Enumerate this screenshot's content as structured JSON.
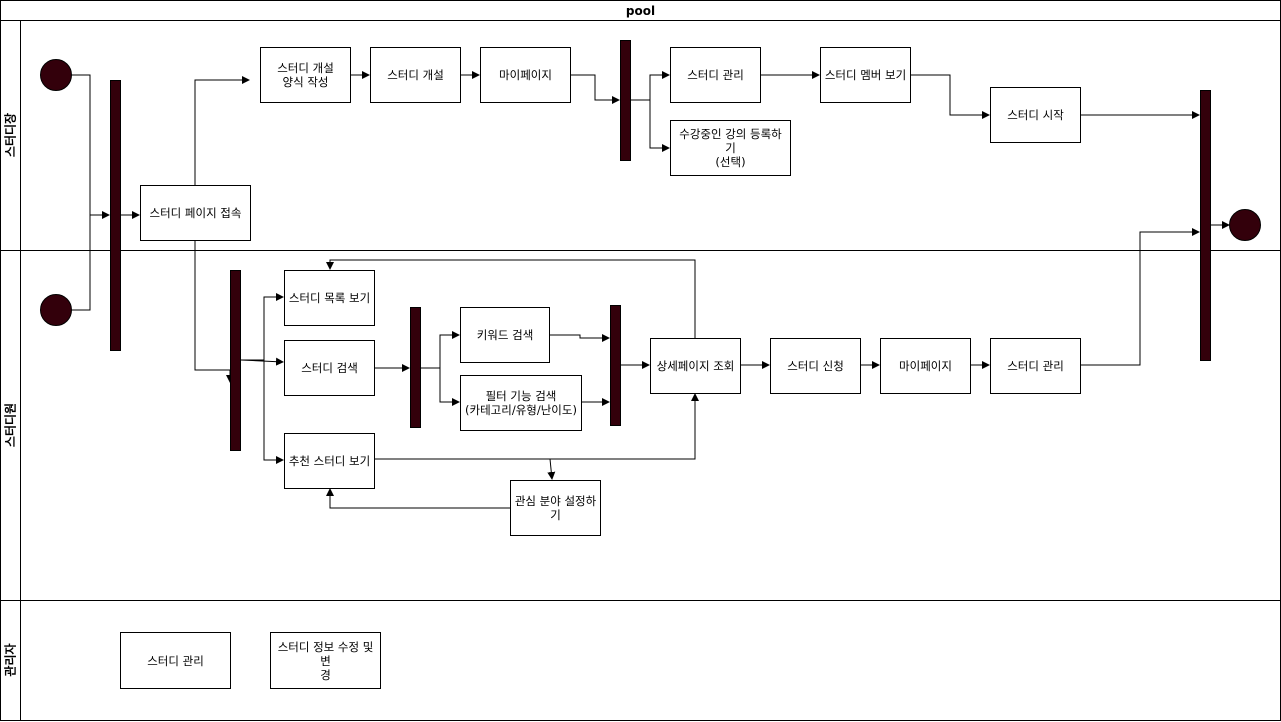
{
  "pool": {
    "title": "pool"
  },
  "lanes": [
    {
      "label": "스터디장"
    },
    {
      "label": "스터디원"
    },
    {
      "label": "관리자"
    }
  ],
  "nodes": {
    "study_page_access": "스터디 페이지 접속",
    "study_create_form": "스터디 개설\n양식 작성",
    "study_create": "스터디 개설",
    "mypage_leader": "마이페이지",
    "study_manage_leader": "스터디 관리",
    "register_course": "수강중인 강의 등록하기\n(선택)",
    "view_members": "스터디 멤버 보기",
    "study_start": "스터디 시작",
    "study_list": "스터디 목록 보기",
    "study_search": "스터디 검색",
    "recommended": "추천 스터디 보기",
    "keyword_search": "키워드 검색",
    "filter_search": "필터 기능 검색\n(카테고리/유형/난이도)",
    "detail_view": "상세페이지 조회",
    "study_apply": "스터디 신청",
    "mypage_member": "마이페이지",
    "study_manage_member": "스터디 관리",
    "interest_setting": "관심 분야 설정하\n기",
    "admin_study_manage": "스터디 관리",
    "admin_edit": "스터디 정보 수정 및 변\n경"
  },
  "colors": {
    "bar_fill": "#33000b",
    "line": "#000000",
    "background": "#ffffff"
  }
}
